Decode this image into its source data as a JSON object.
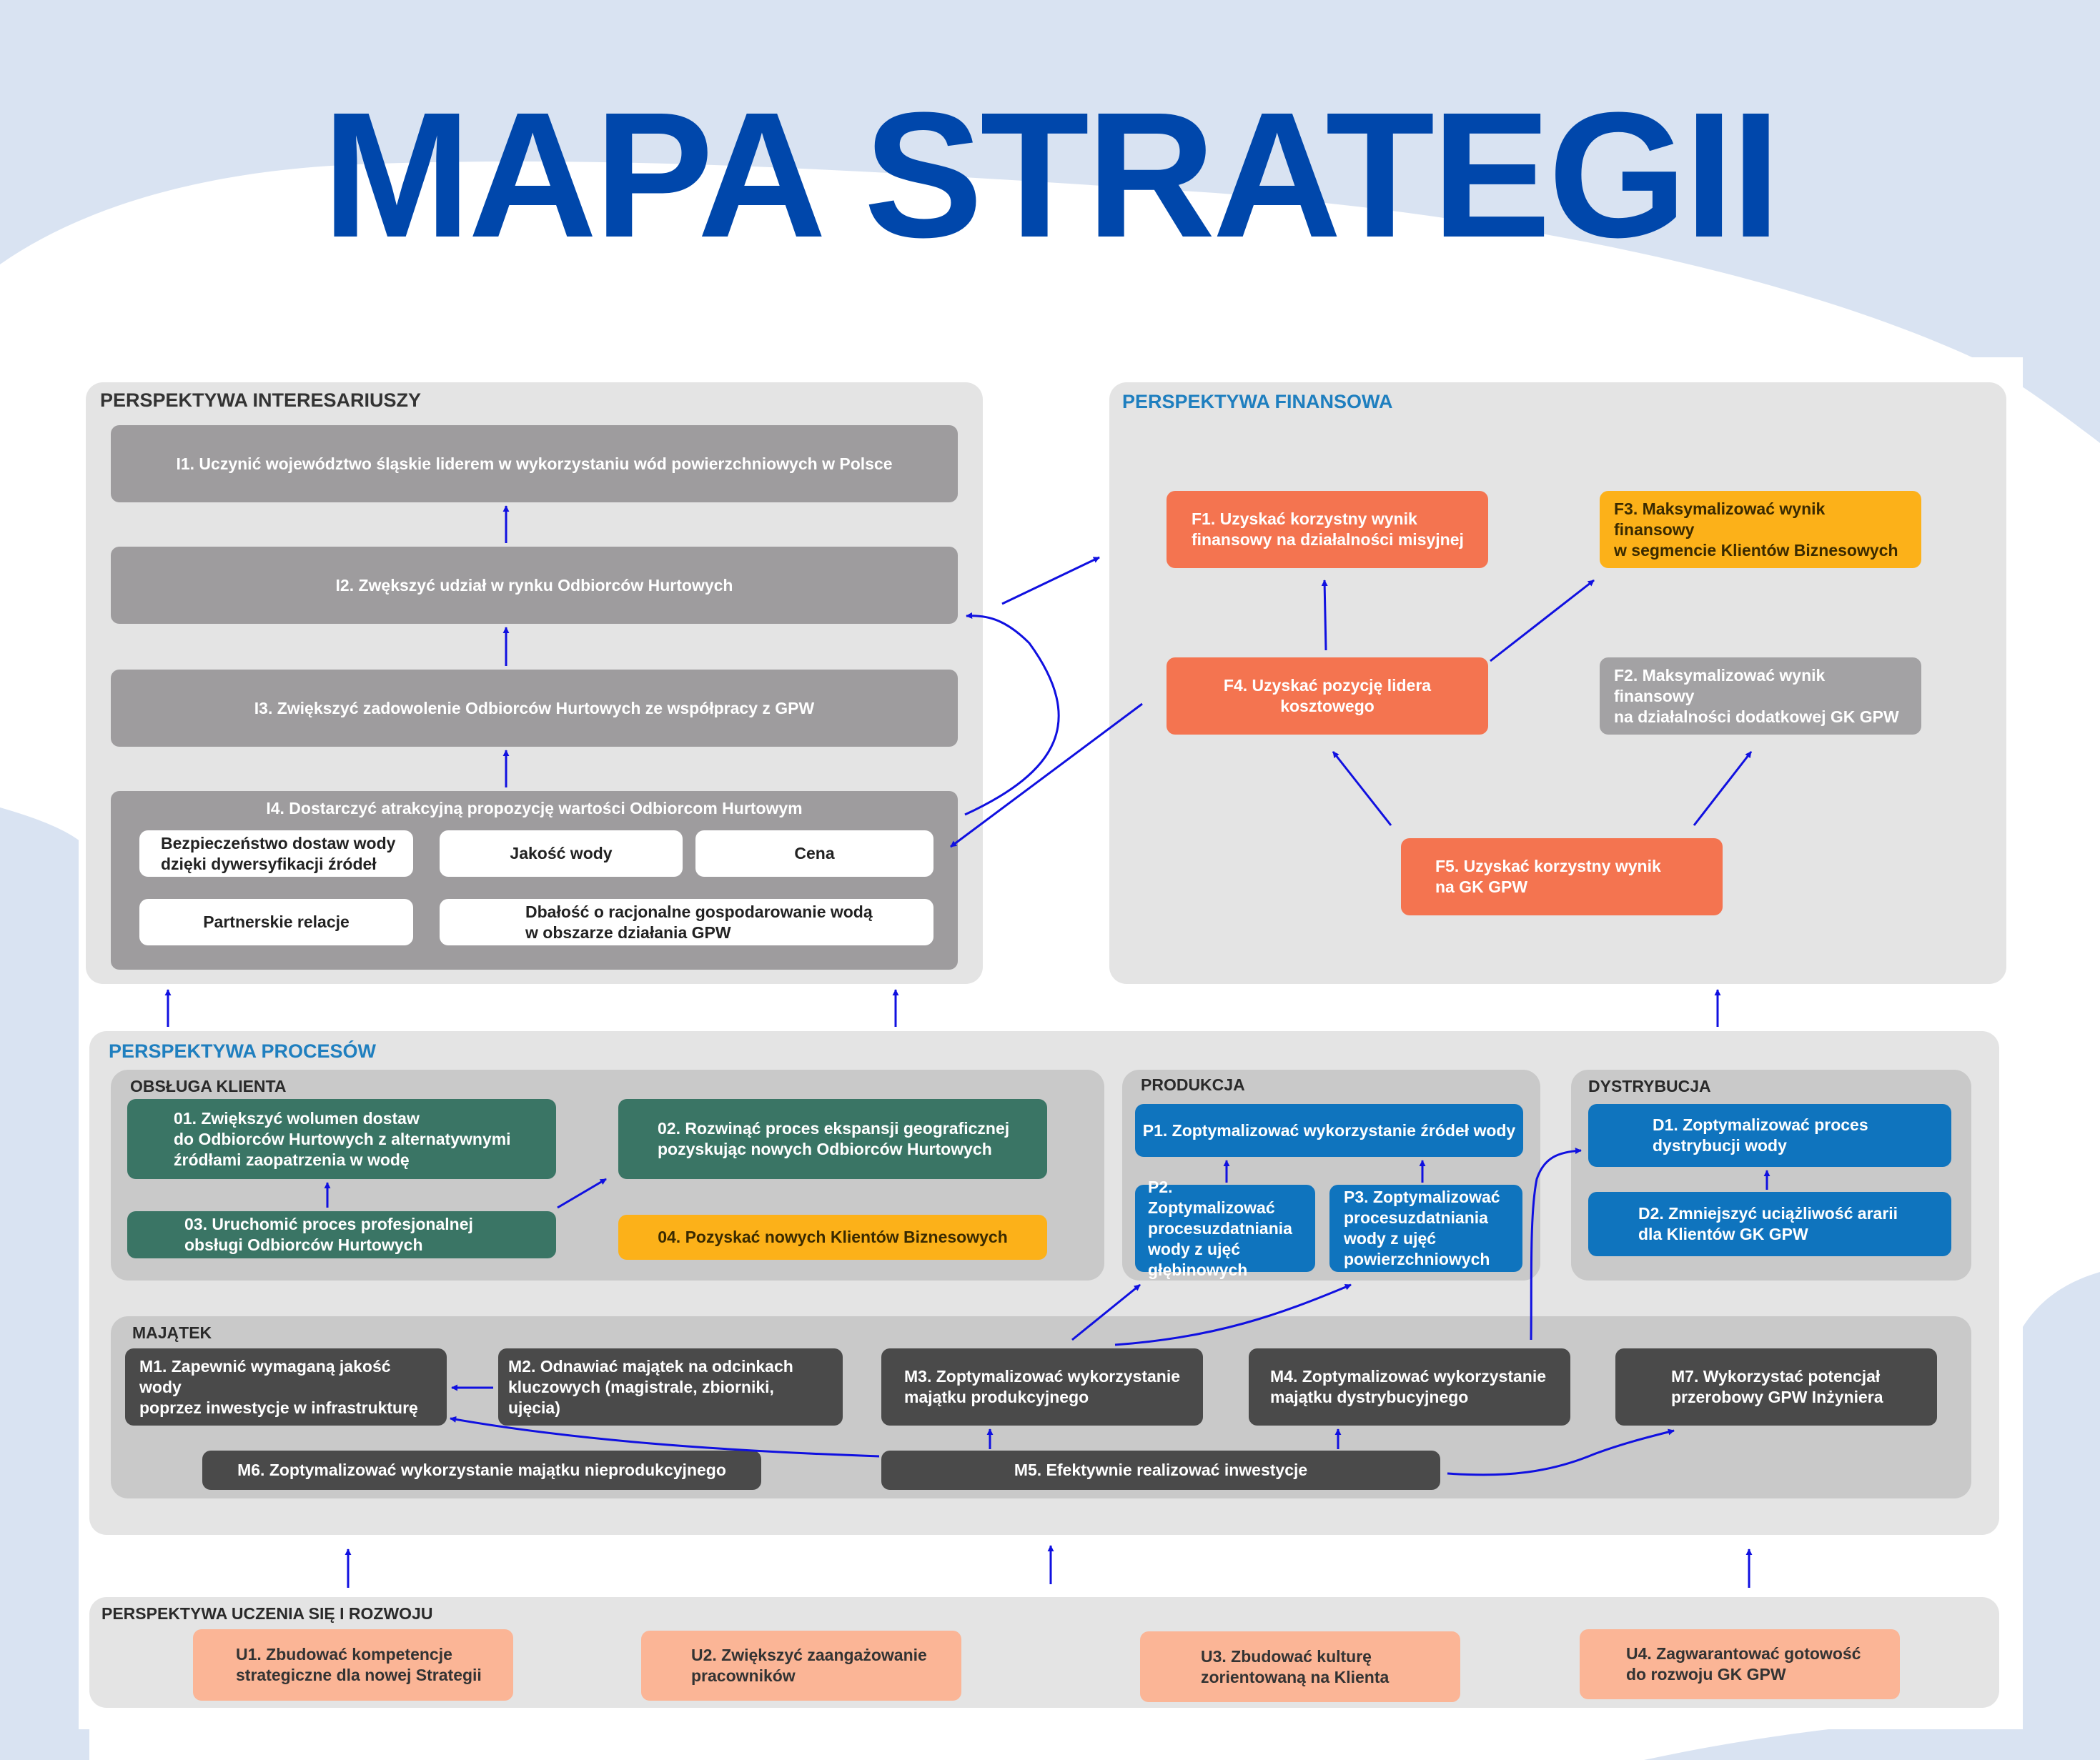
{
  "title": "MAPA STRATEGII",
  "colors": {
    "title": "#0047ab",
    "arrow": "#1010e0",
    "financial_red": "#f47450",
    "business_yellow": "#fcb119",
    "process_green": "#3a7565",
    "process_blue": "#0f74be",
    "asset_dark": "#4a4a4a",
    "learning_peach": "#fbb596"
  },
  "stakeholder": {
    "title": "PERSPEKTYWA INTERESARIUSZY",
    "i1": "I1. Uczynić  województwo śląskie liderem w wykorzystaniu wód powierzchniowych w Polsce",
    "i2": "I2. Zwększyć udział w rynku Odbiorców Hurtowych",
    "i3": "I3. Zwiększyć zadowolenie Odbiorców Hurtowych ze współpracy z GPW",
    "i4": {
      "title": "I4. Dostarczyć atrakcyjną propozycję wartości Odbiorcom Hurtowym",
      "items": [
        "Bezpieczeństwo dostaw wody\ndzięki dywersyfikacji źródeł",
        "Jakość wody",
        "Cena",
        "Partnerskie relacje",
        "Dbałość o racjonalne gospodarowanie wodą\nw obszarze działania GPW"
      ]
    }
  },
  "financial": {
    "title": "PERSPEKTYWA FINANSOWA",
    "f1": "F1. Uzyskać korzystny wynik\nfinansowy na działalności misyjnej",
    "f2": "F2. Maksymalizować wynik finansowy\nna działalności dodatkowej GK GPW",
    "f3": "F3. Maksymalizować wynik finansowy\nw segmencie Klientów Biznesowych",
    "f4": "F4. Uzyskać pozycję lidera kosztowego",
    "f5": "F5. Uzyskać korzystny wynik\nna GK GPW"
  },
  "processes": {
    "title": "PERSPEKTYWA PROCESÓW",
    "customer_service": {
      "title": "OBSŁUGA KLIENTA",
      "o1": "01. Zwiększyć wolumen dostaw\ndo Odbiorców Hurtowych z alternatywnymi\nźródłami zaopatrzenia w wodę",
      "o2": "02. Rozwinąć proces ekspansji geograficznej\npozyskując nowych Odbiorców Hurtowych",
      "o3": "03. Uruchomić proces profesjonalnej\nobsługi Odbiorców Hurtowych",
      "o4": "04. Pozyskać nowych Klientów Biznesowych"
    },
    "production": {
      "title": "PRODUKCJA",
      "p1": "P1. Zoptymalizować wykorzystanie źródeł wody",
      "p2": "P2. Zoptymalizować\nprocesuzdatniania\nwody z ujęć\ngłębinowych",
      "p3": "P3. Zoptymalizować\nprocesuzdatniania\nwody z ujęć\npowierzchniowych"
    },
    "distribution": {
      "title": "DYSTRYBUCJA",
      "d1": "D1. Zoptymalizować proces\ndystrybucji wody",
      "d2": "D2. Zmniejszyć uciążliwość ararii\ndla Klientów GK GPW"
    },
    "assets": {
      "title": "MAJĄTEK",
      "m1": "M1. Zapewnić wymaganą jakość wody\npoprzez inwestycje w infrastrukturę",
      "m2": "M2. Odnawiać majątek na odcinkach\nkluczowych (magistrale, zbiorniki, ujęcia)",
      "m3": "M3. Zoptymalizować wykorzystanie\nmajątku produkcyjnego",
      "m4": "M4. Zoptymalizować wykorzystanie\nmajątku dystrybucyjnego",
      "m5": "M5. Efektywnie realizować inwestycje",
      "m6": "M6. Zoptymalizować wykorzystanie majątku nieprodukcyjnego",
      "m7": "M7. Wykorzystać potencjał\nprzerobowy GPW Inżyniera"
    }
  },
  "learning": {
    "title": "PERSPEKTYWA UCZENIA SIĘ I ROZWOJU",
    "u1": "U1. Zbudować kompetencje\nstrategiczne dla nowej Strategii",
    "u2": "U2. Zwiększyć zaangażowanie\npracowników",
    "u3": "U3. Zbudować kulturę\nzorientowaną na Klienta",
    "u4": "U4. Zagwarantować gotowość\ndo rozwoju GK GPW"
  }
}
